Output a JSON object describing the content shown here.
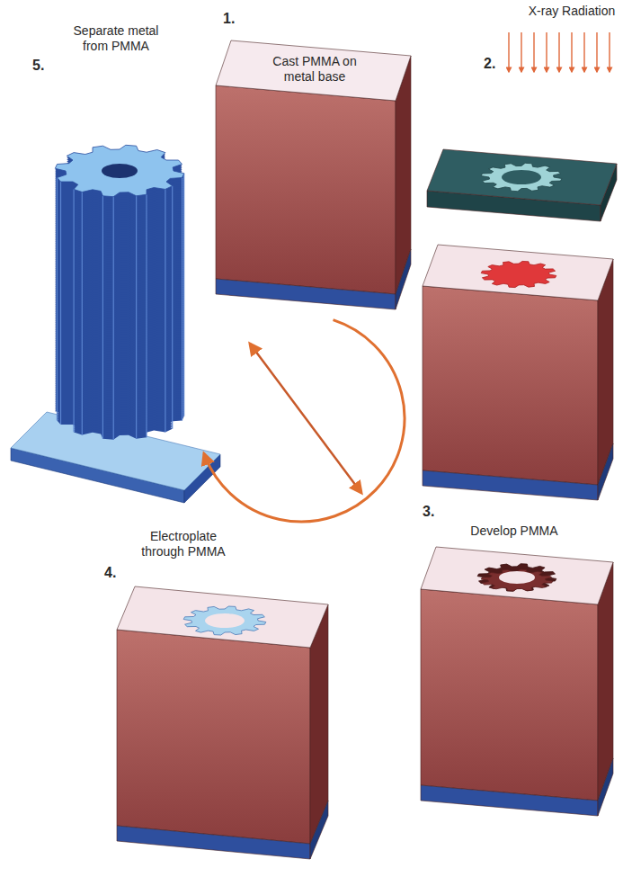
{
  "diagram": {
    "labels": [
      "X-ray Radiation",
      "1.",
      "Cast PMMA on metal base",
      "Separate metal from PMMA",
      "5.",
      "2.",
      "Electroplate through PMMA",
      "3.",
      "Develop PMMA",
      "4."
    ]
  }
}
